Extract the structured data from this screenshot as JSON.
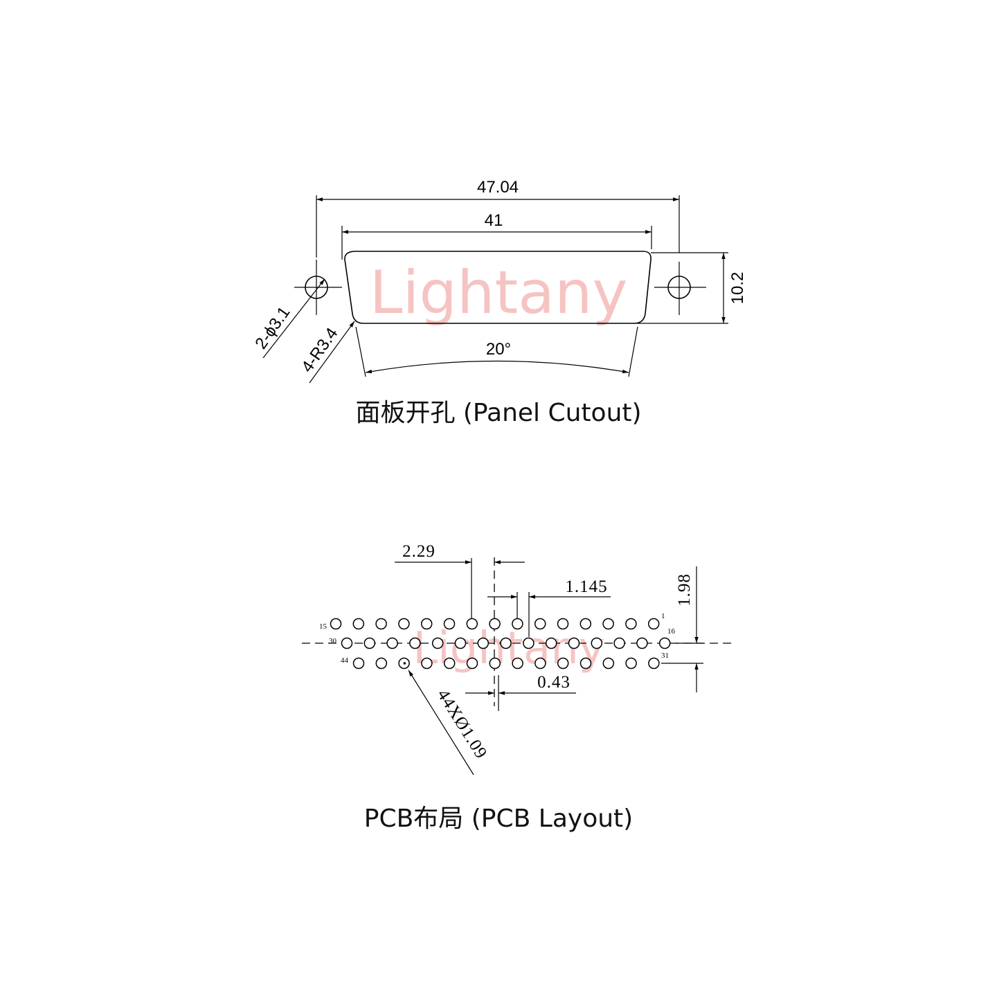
{
  "watermark": {
    "text": "Lightany",
    "color": "#f6c3c3"
  },
  "panel_cutout": {
    "dims": {
      "overall_width": "47.04",
      "body_width": "41",
      "height": "10.2",
      "mount_hole": "2-ϕ3.1",
      "corner_radius": "4-R3.4",
      "angle": "20°"
    },
    "caption": "面板开孔 (Panel Cutout)"
  },
  "pcb_layout": {
    "dims": {
      "pitch": "2.29",
      "half_pitch": "1.145",
      "row_pitch": "1.98",
      "offset": "0.43",
      "hole": "44XØ1.09"
    },
    "pin_labels": {
      "p1": "1",
      "p15": "15",
      "p16": "16",
      "p30": "30",
      "p31": "31",
      "p44": "44"
    },
    "rows": [
      15,
      15,
      14
    ],
    "caption": "PCB布局 (PCB Layout)"
  }
}
